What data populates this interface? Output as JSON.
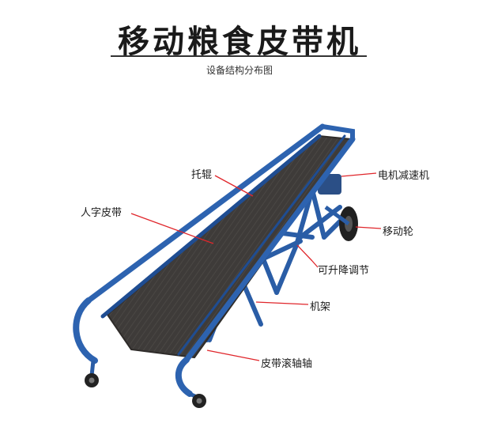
{
  "header": {
    "title": "移动粮食皮带机",
    "subtitle": "设备结构分布图"
  },
  "labels": {
    "idler": "托辊",
    "belt": "人字皮带",
    "motor": "电机减速机",
    "wheel": "移动轮",
    "lift": "可升降调节",
    "frame": "机架",
    "roller_shaft": "皮带滚轴轴"
  },
  "colors": {
    "frame": "#2e64b0",
    "belt": "#3d3a38",
    "leader": "#e0262b"
  }
}
